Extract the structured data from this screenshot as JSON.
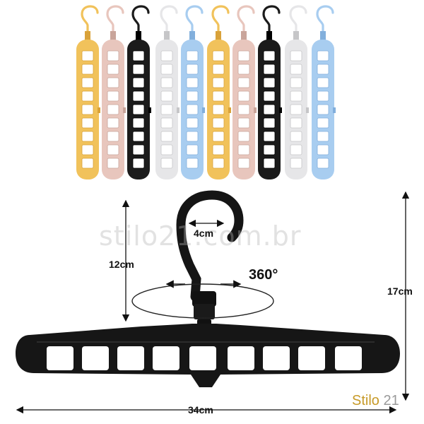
{
  "hangers": [
    {
      "color": "#f1c25b",
      "dark": "#d9a23a"
    },
    {
      "color": "#e8c6bd",
      "dark": "#c9a59b"
    },
    {
      "color": "#1b1b1b",
      "dark": "#000000"
    },
    {
      "color": "#e6e6e8",
      "dark": "#c6c6c8"
    },
    {
      "color": "#a8cdf0",
      "dark": "#82afdc"
    },
    {
      "color": "#f1c25b",
      "dark": "#d9a23a"
    },
    {
      "color": "#e8c6bd",
      "dark": "#c9a59b"
    },
    {
      "color": "#1b1b1b",
      "dark": "#000000"
    },
    {
      "color": "#e6e6e8",
      "dark": "#c6c6c8"
    },
    {
      "color": "#a8cdf0",
      "dark": "#82afdc"
    }
  ],
  "labels": {
    "hook_width": "4cm",
    "height_12": "12cm",
    "rotation": "360°",
    "height_17": "17cm",
    "width_34": "34cm"
  },
  "watermark": "stilo21.com.br",
  "brand": {
    "part1": "Stilo",
    "part2": "21"
  }
}
